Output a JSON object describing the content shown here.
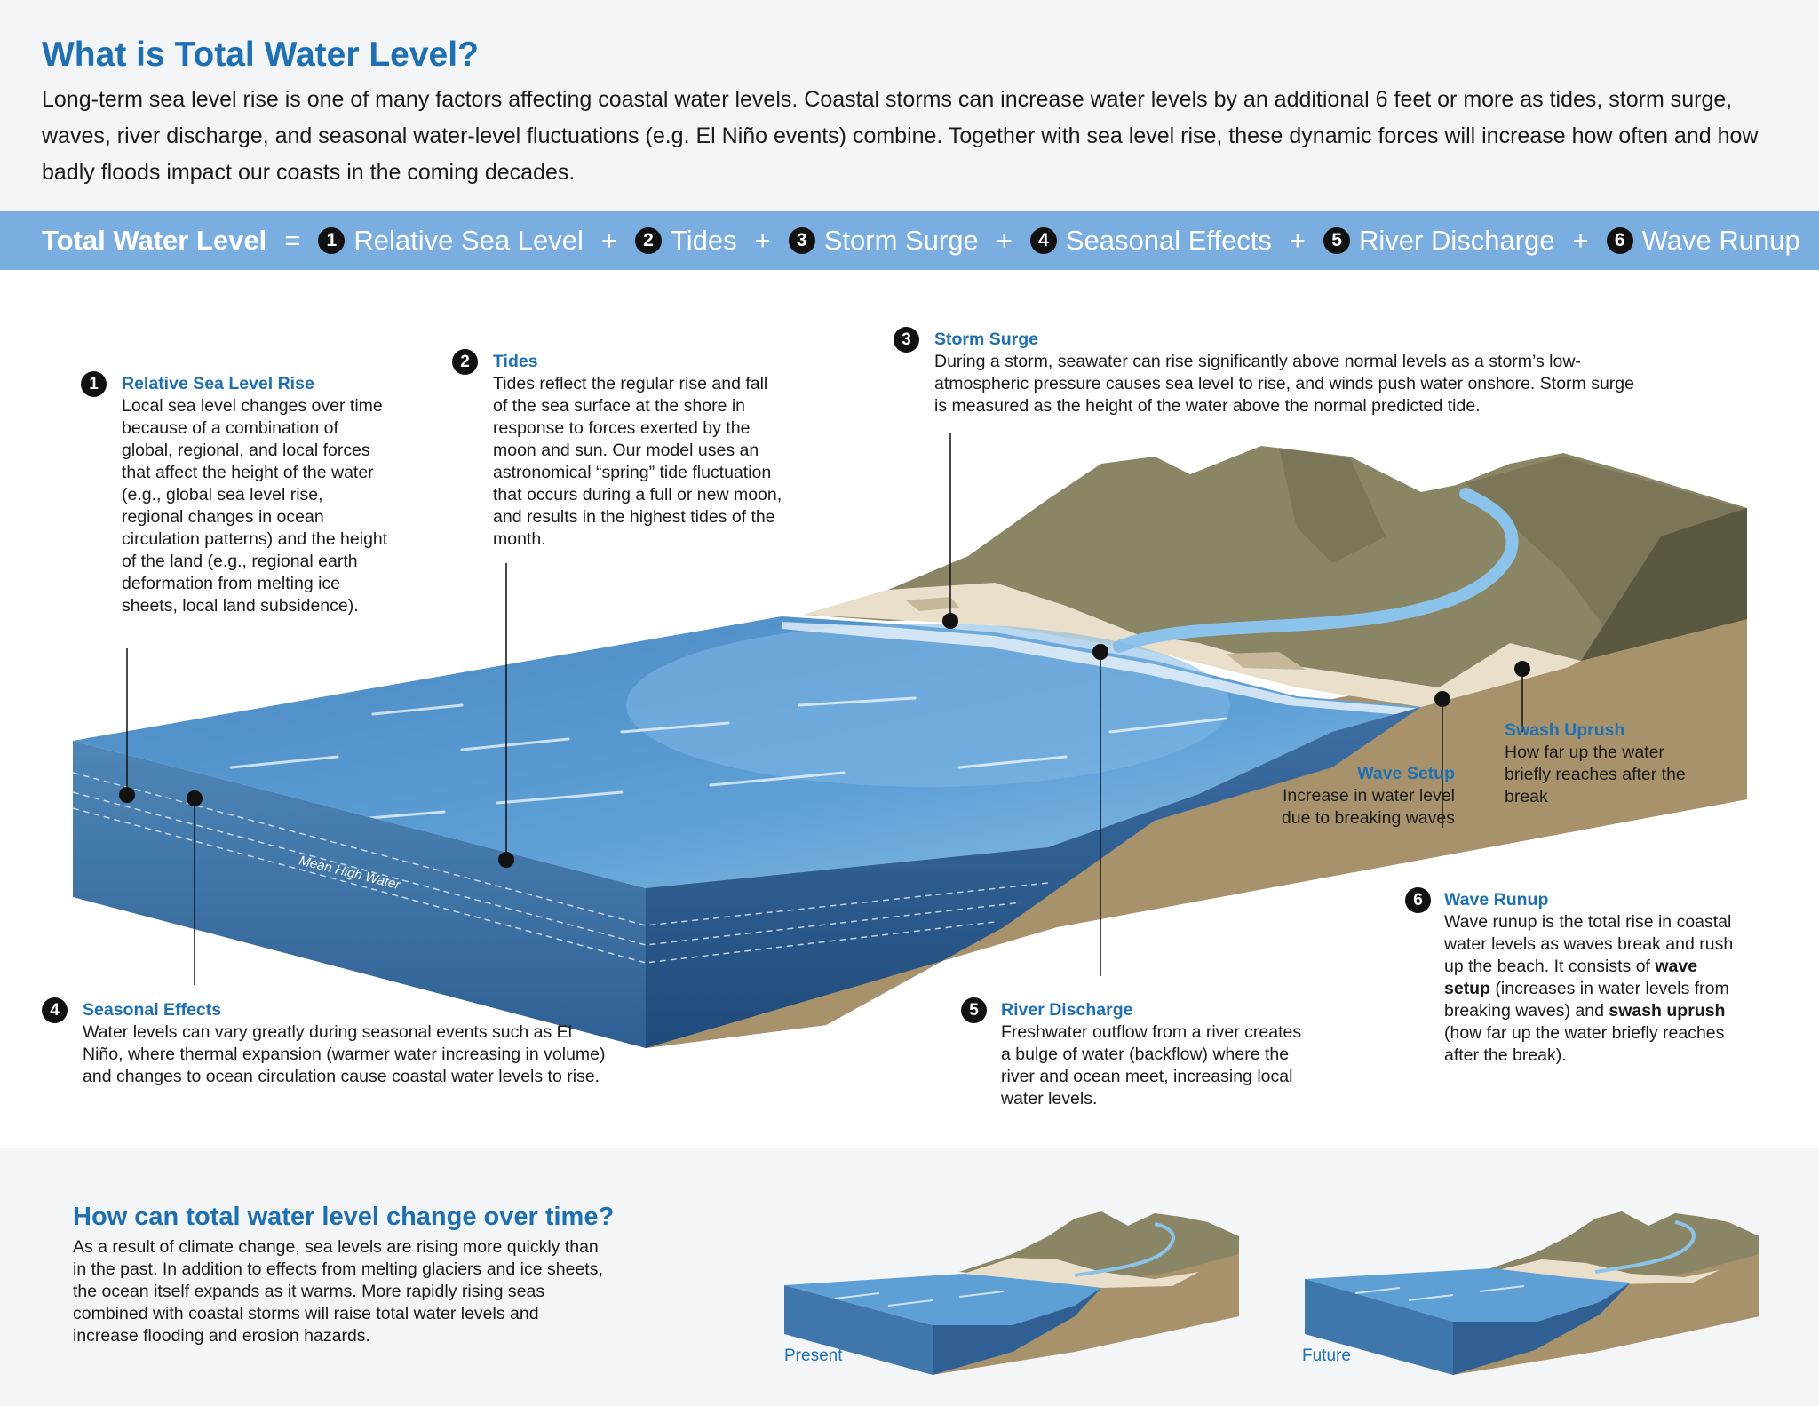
{
  "header": {
    "title": "What is Total Water Level?",
    "intro": "Long-term sea level rise is one of many factors affecting coastal water levels. Coastal storms can increase water levels by an additional 6 feet or more as tides, storm surge, waves, river discharge, and seasonal water-level fluctuations (e.g. El Niño events) combine. Together with sea level rise, these dynamic forces will increase how often and how badly floods impact our coasts in the coming decades."
  },
  "equation": {
    "total": "Total Water Level",
    "equals": "=",
    "plus": "+",
    "terms": [
      {
        "num": "1",
        "label": "Relative Sea Level"
      },
      {
        "num": "2",
        "label": "Tides"
      },
      {
        "num": "3",
        "label": "Storm Surge"
      },
      {
        "num": "4",
        "label": "Seasonal Effects"
      },
      {
        "num": "5",
        "label": "River Discharge"
      },
      {
        "num": "6",
        "label": "Wave Runup"
      }
    ]
  },
  "callouts": {
    "rsl": {
      "num": "1",
      "title": "Relative Sea Level Rise",
      "text": "Local sea level changes over time because of a combination of global, regional, and local forces that affect the height of the water (e.g., global sea level rise, regional changes in ocean circulation patterns) and the height of the land (e.g., regional earth deformation from melting ice sheets, local land subsidence)."
    },
    "tides": {
      "num": "2",
      "title": "Tides",
      "text": "Tides reflect the regular rise and fall of the sea surface at the shore in response to forces exerted by the moon and sun. Our model uses an astronomical “spring” tide fluctuation that occurs during a full or new moon, and results in the highest tides of the month."
    },
    "surge": {
      "num": "3",
      "title": "Storm Surge",
      "text": "During a storm, seawater can rise significantly above normal levels as a storm’s low-atmospheric pressure causes sea level to rise, and winds push water onshore. Storm surge is measured as the height of the water above the normal predicted tide."
    },
    "seasonal": {
      "num": "4",
      "title": "Seasonal Effects",
      "text": "Water levels can vary greatly during seasonal events such as El Niño, where thermal expansion (warmer water increasing in volume) and changes to ocean circulation cause coastal water levels to rise."
    },
    "river": {
      "num": "5",
      "title": "River Discharge",
      "text": "Freshwater outflow from a river creates a bulge of water (backflow) where the river and ocean meet, increasing local water levels."
    },
    "runup": {
      "num": "6",
      "title": "Wave Runup",
      "text_a": "Wave runup is the total rise in coastal water levels as waves break and rush up the beach. It consists of ",
      "bold_a": "wave setup",
      "text_b": " (increases in water levels from breaking waves) and ",
      "bold_b": "swash uprush",
      "text_c": " (how far up the water briefly reaches after the break)."
    },
    "setup": {
      "title": "Wave Setup",
      "text": "Increase in water level due to breaking waves"
    },
    "swash": {
      "title": "Swash Uprush",
      "text": "How far up the water briefly reaches after the break"
    }
  },
  "diagram": {
    "mhw_label": "Mean High Water"
  },
  "bottom": {
    "title": "How can total water level change over time?",
    "text": "As a result of climate change, sea levels are rising more quickly than in the past. In addition to effects from melting glaciers and ice sheets, the ocean itself expands as it warms. More rapidly rising seas combined with coastal storms will raise total water levels and increase flooding and erosion hazards.",
    "present": "Present",
    "future": "Future"
  },
  "colors": {
    "accent": "#1f6fb3",
    "band": "#7aade0",
    "ocean": "#4f8fc9",
    "sand": "#a8926c",
    "hills": "#8a8565"
  }
}
